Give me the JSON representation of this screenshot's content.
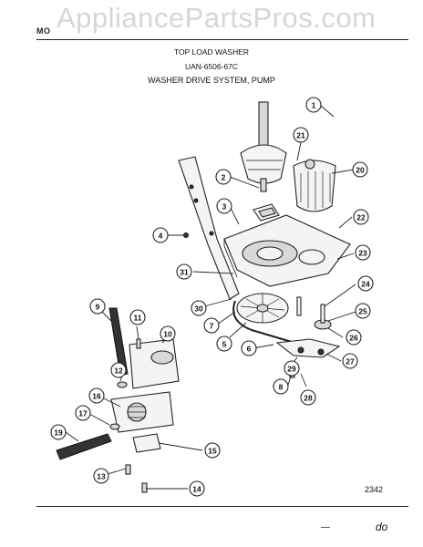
{
  "watermark": "AppliancePartsPros.com",
  "header": {
    "left_text": "MO",
    "title": "TOP LOAD WASHER",
    "model": "UAN-6506-67C",
    "section": "WASHER DRIVE SYSTEM, PUMP"
  },
  "figure_number": "2342",
  "footer": {
    "mark": "—",
    "signature": "do"
  },
  "callouts": [
    "1",
    "2",
    "3",
    "4",
    "5",
    "6",
    "7",
    "8",
    "9",
    "10",
    "11",
    "12",
    "13",
    "14",
    "15",
    "16",
    "17",
    "19",
    "20",
    "21",
    "22",
    "23",
    "24",
    "25",
    "26",
    "27",
    "28",
    "29",
    "30",
    "31"
  ]
}
